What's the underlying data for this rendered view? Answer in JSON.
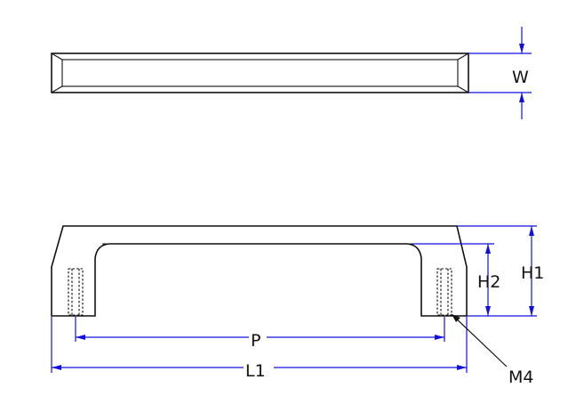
{
  "drawing": {
    "colors": {
      "outline": "#111111",
      "dimension": "#1010e0",
      "background": "#ffffff"
    },
    "labels": {
      "width": "W",
      "pitch": "P",
      "overall_length": "L1",
      "height_total": "H1",
      "height_inner": "H2",
      "thread": "M4"
    }
  }
}
